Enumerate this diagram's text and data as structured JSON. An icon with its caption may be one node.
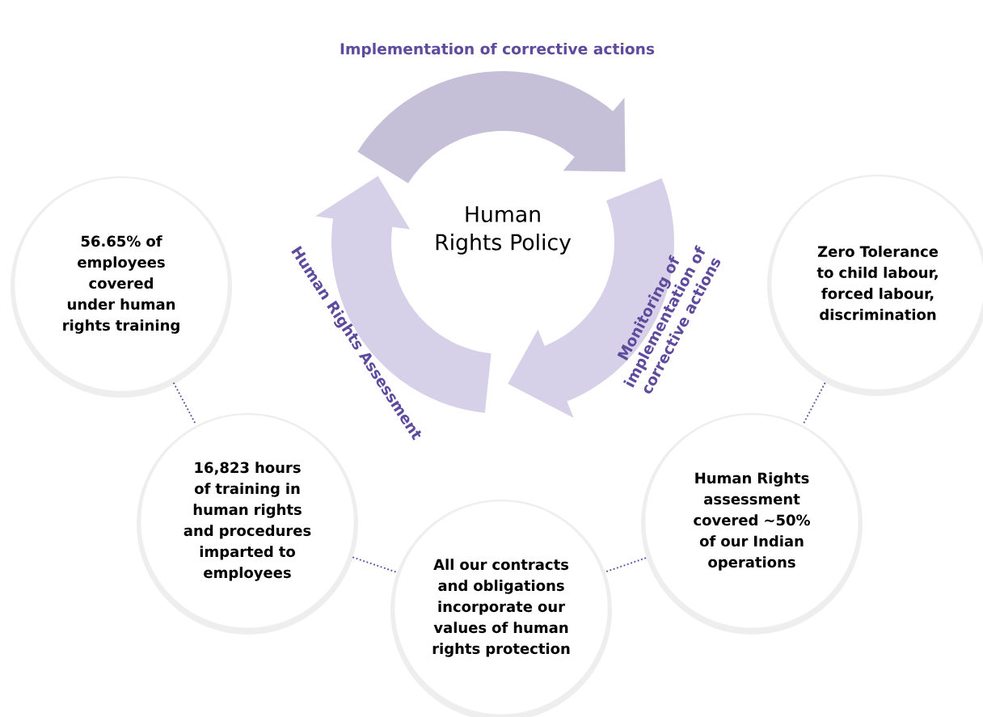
{
  "diagram": {
    "nodes": [
      {
        "text": [
          "Human Rights Policy"
        ]
      },
      {
        "text": [
          "56.65% of employees covered under human rights training"
        ]
      },
      {
        "text": [
          "16,823 hours of training in human rights and procedures imparted to employees"
        ]
      },
      {
        "text": [
          "All our contracts and obligations incorporate our values of human rights protection"
        ]
      },
      {
        "text": [
          "Human Rights assessment covered ~50% of our Indian operations"
        ]
      },
      {
        "text": [
          "Zero Tolerance to child labour, forced labour, discrimination"
        ]
      }
    ],
    "edges": [
      {
        "from": 1,
        "to": 2,
        "arrow": "none"
      },
      {
        "from": 2,
        "to": 3,
        "arrow": "none"
      },
      {
        "from": 3,
        "to": 4,
        "arrow": "none"
      },
      {
        "from": 4,
        "to": 5,
        "arrow": "none"
      }
    ],
    "labels": [
      "Implementation of corrective actions",
      "Human Rights Assessment",
      "Monitoring of implementation of corrective actions"
    ]
  }
}
